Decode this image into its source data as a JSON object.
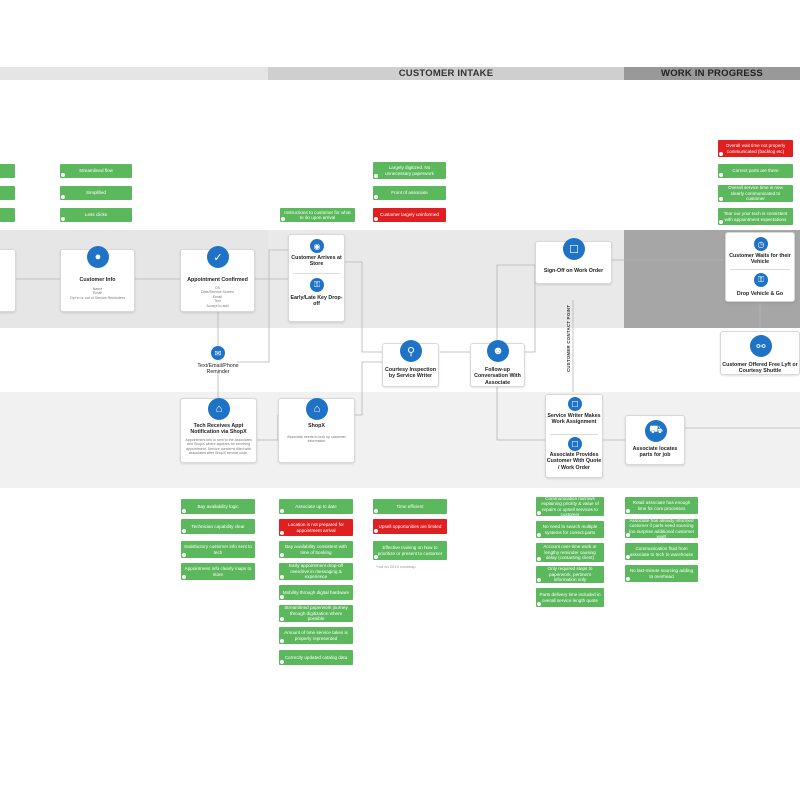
{
  "phases": {
    "customer_intake": "CUSTOMER INTAKE",
    "work_in_progress": "WORK IN PROGRESS"
  },
  "colors": {
    "positive": "#5cb85c",
    "negative": "#e02020",
    "icon": "#1f73c6",
    "lane_dark": "#c8c8c8",
    "lane_light": "#f0f0f0"
  },
  "top_notes": {
    "col1": [
      "Streamlined flow",
      "Simplified",
      "Less clicks"
    ],
    "col2": [
      "Instructions to customer for what to do upon arrival"
    ],
    "col3": [
      "Largely digitized. No unnecessary paperwork",
      "Front of associate",
      "Customer largely uninformed"
    ],
    "col4": [
      "Overall wait time not properly communicated (backlog etc)",
      "Correct parts are there",
      "Overall service time is now clearly communicated to customer",
      "Tear our your tech is consistent with appointment expectations"
    ]
  },
  "cards": {
    "customer_info": {
      "title": "Customer Info",
      "sub": "Name\nEmail\nOpt in or out of Service Reminders",
      "icon": "user-icon"
    },
    "appointment_confirmed": {
      "title": "Appointment Confirmed",
      "sub": "OS\nDate/Service Screen\nEmail\nText\nAccept to add",
      "icon": "check-icon"
    },
    "customer_arrives": {
      "title": "Customer Arrives at Store",
      "icon": "pin-icon"
    },
    "early_late": {
      "title": "Early/Late Key Drop-off",
      "icon": "key-icon"
    },
    "text_email_phone": {
      "title": "Text/Email/Phone Reminder",
      "icon": "message-icon"
    },
    "courtesy_inspection": {
      "title": "Courtesy Inspection by Service Writer",
      "icon": "search-icon"
    },
    "follow_up": {
      "title": "Follow-up Conversation With Associate",
      "icon": "people-icon"
    },
    "sign_off": {
      "title": "Sign-Off on Work Order",
      "icon": "clipboard-icon"
    },
    "customer_waits": {
      "title": "Customer Waits for their Vehicle",
      "icon": "clock-icon"
    },
    "drop_vehicle": {
      "title": "Drop Vehicle & Go",
      "icon": "key-icon"
    },
    "customer_offered": {
      "title": "Customer Offered Free Lyft or Courtesy Shuttle",
      "icon": "car-icon"
    },
    "tech_receives": {
      "title": "Tech Receives Appt Notification via ShopX",
      "sub": "Appointment info is sent to the associates and ShopX where appears for servicing appointment. Service concerns filled with associates after ShopX service code.",
      "icon": "store-icon"
    },
    "shopx": {
      "title": "ShopX",
      "sub": "Associate needs to look up customer information",
      "icon": "store-icon"
    },
    "service_writer": {
      "title": "Service Writer Makes Work Assignment",
      "icon": "clipboard-icon"
    },
    "associate_provides": {
      "title": "Associate Provides Customer With Quote / Work Order",
      "icon": "clipboard-icon"
    },
    "associate_locates": {
      "title": "Associate locates parts for job",
      "icon": "truck-icon"
    }
  },
  "contact_point_label": "CUSTOMER CONTACT POINT",
  "bottom_notes": {
    "col1": [
      "Bay availability logic",
      "Technician capability clear",
      "Satisfactory customer info sent to tech",
      "Appointment info clearly maps to store"
    ],
    "col2": [
      "Associate up to date",
      "Location is not prepared for appointment arrival",
      "Bay availability consistent with time of booking",
      "Early appointment drop-off overdrive in messaging & experience",
      "Mobility through digital hardware",
      "Streamlined paperwork journey through digitization where possible",
      "Amount of time service takes is properly represented",
      "Correctly updated catalog data"
    ],
    "col3": [
      "Time efficient",
      "Upsell opportunities are limited",
      "Effective training on how to prioritize or present to customer"
    ],
    "col3_footnote": "*not on 2019 roadmap",
    "col4": [
      "Communication narrows explaining priority & value of repairs or upsell services to customer",
      "No need to search multiple systems for correct parts",
      "Account over-time work or lengthy reminder causing delay (contacting client)",
      "Only required steps to paperwork, pertinent information only",
      "Parts delivery time included in overall service length quote"
    ],
    "col5": [
      "Retail associate has enough time for core processes",
      "Associate has already informed customer if parts need sourcing (no surprise additional customer wait)",
      "Communication fluid from associate to tech to warehouse",
      "No last-minute sourcing adding to overhead"
    ]
  }
}
